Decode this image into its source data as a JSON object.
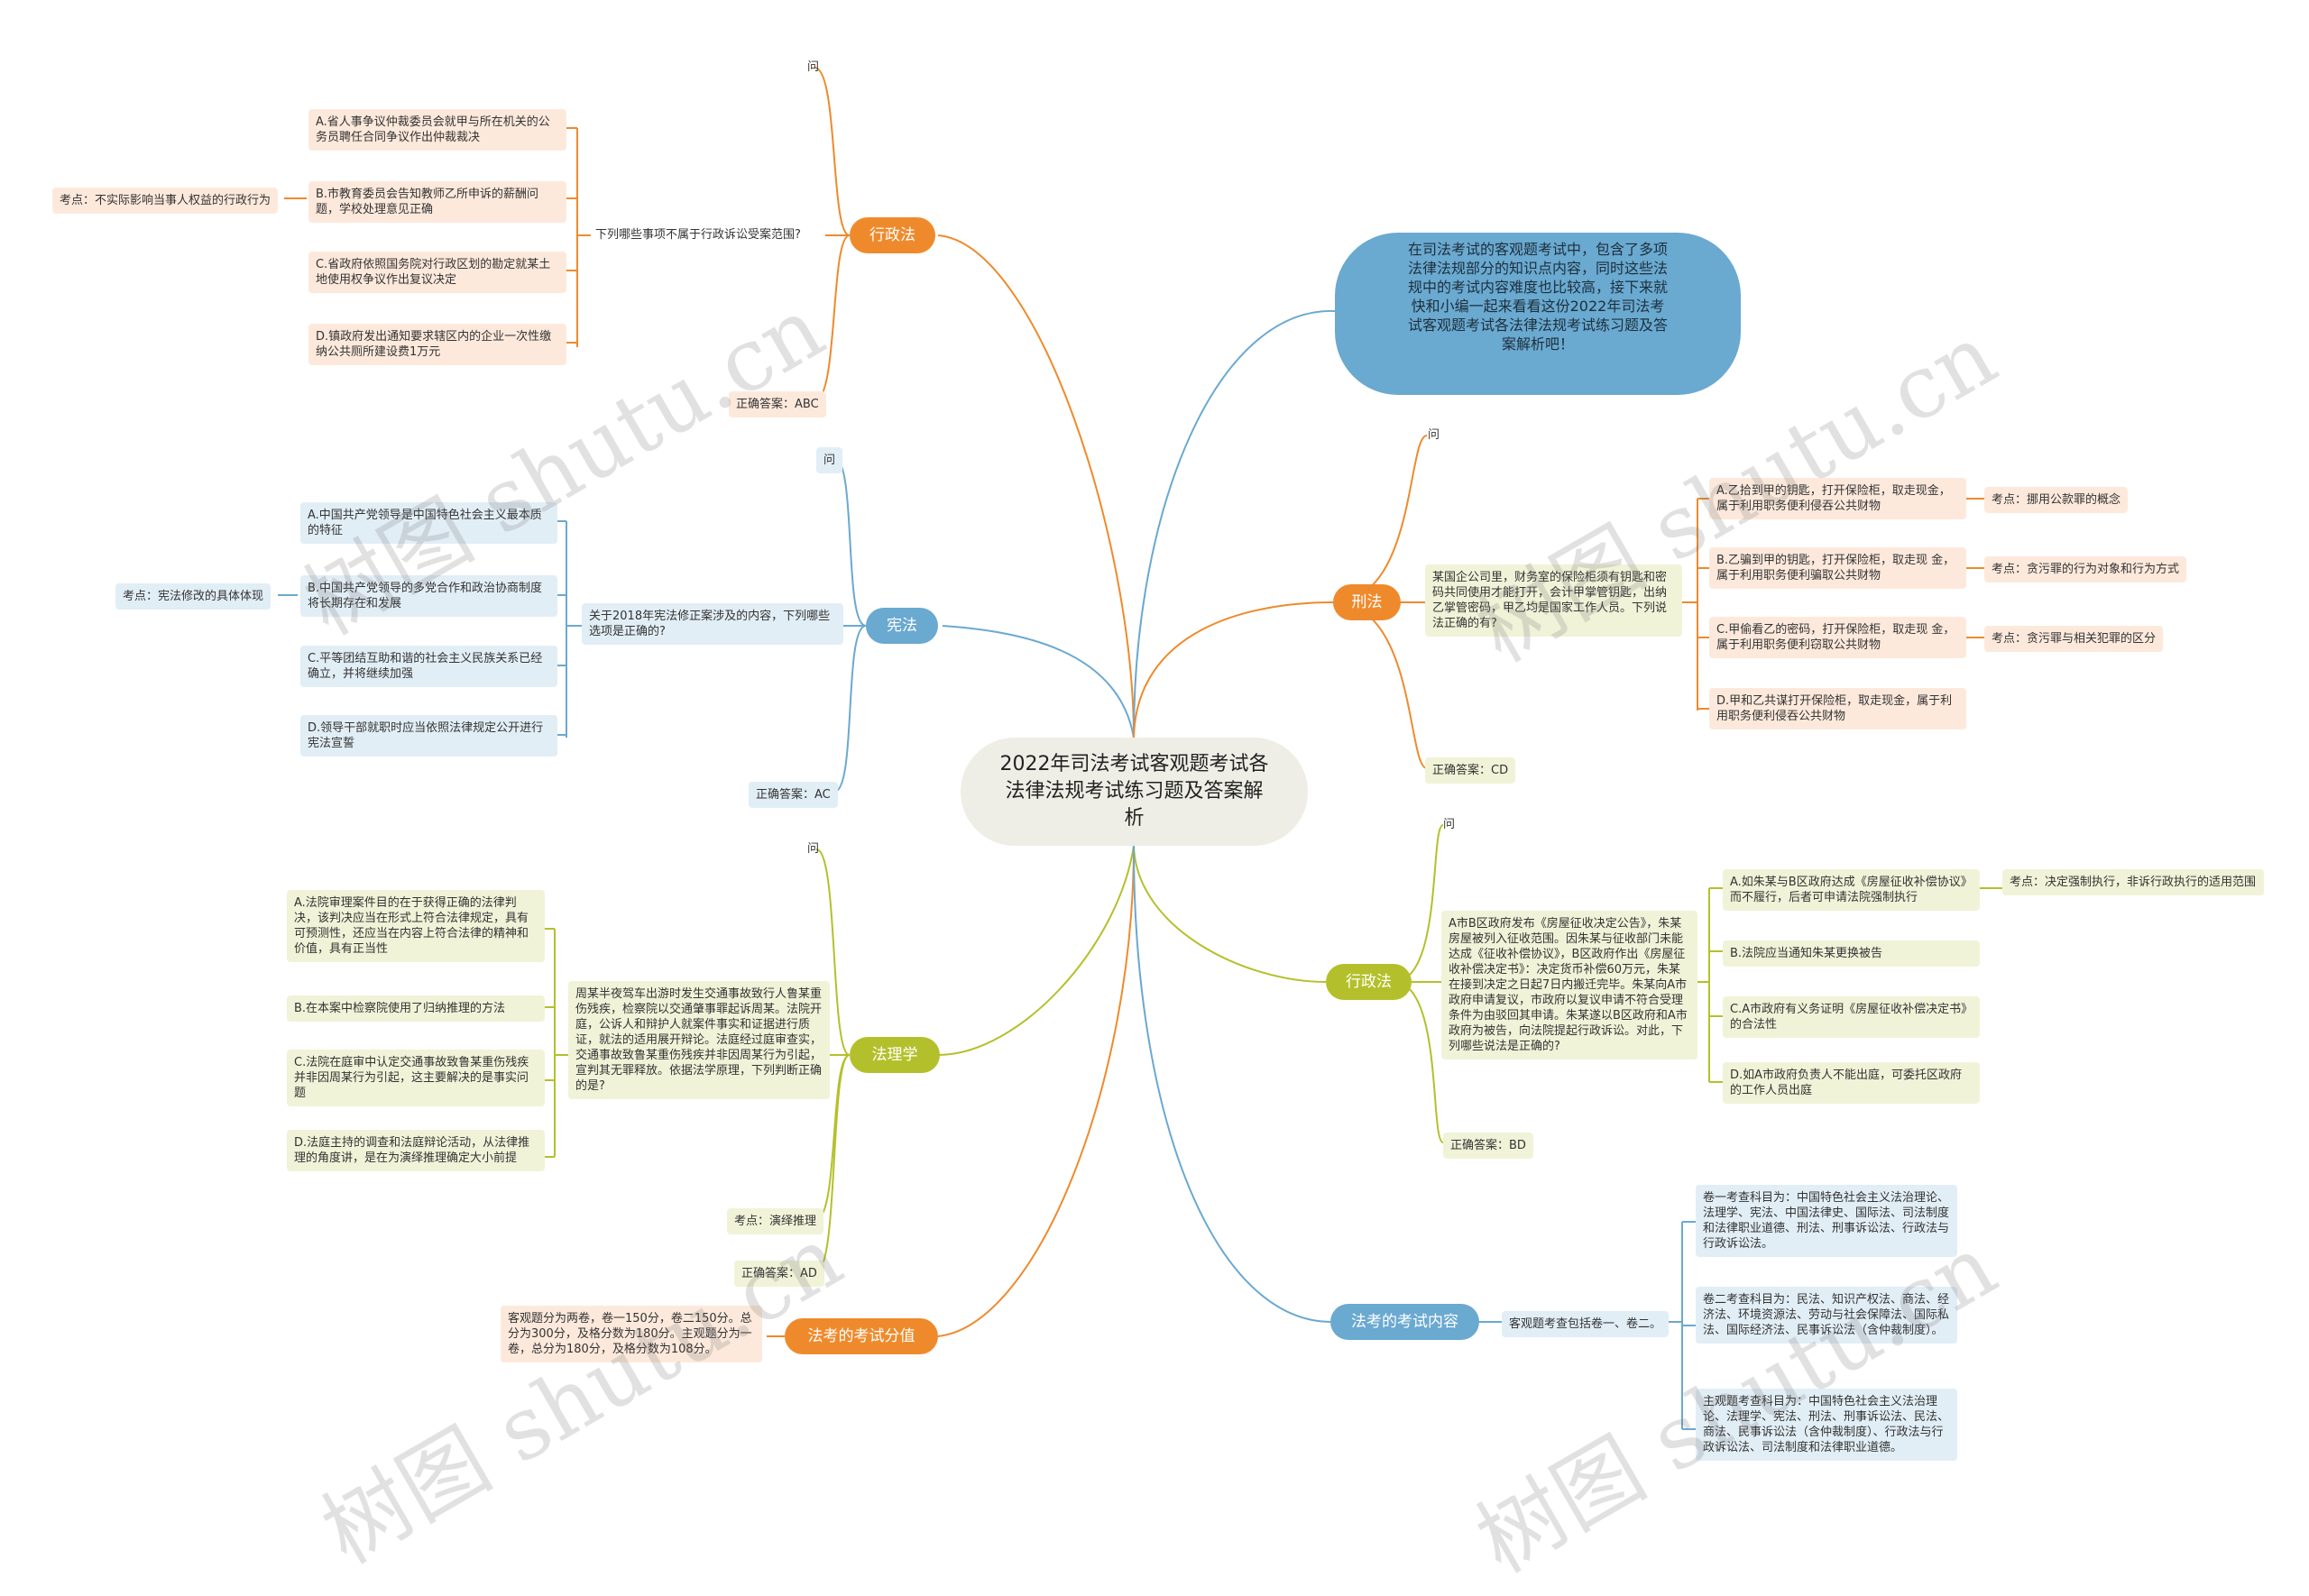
{
  "title": "2022年司法考试客观题考试各法律法规考试练习题及答案解析",
  "intro": "在司法考试的客观题考试中，包含了多项法律法规部分的知识点内容，同时这些法规中的考试内容难度也比较高，接下来就快和小编一起来看看这份2022年司法考试客观题考试各法律法规考试练习题及答案解析吧！",
  "watermark": "树图 shutu.cn",
  "branches": {
    "xingzheng1": {
      "topic": "行政法",
      "wen": "问",
      "question": "下列哪些事项不属于行政诉讼受案范围?",
      "options": [
        "A.省人事争议仲裁委员会就甲与所在机关的公务员聘任合同争议作出仲裁裁决",
        "B.市教育委员会告知教师乙所申诉的薪酬问题，学校处理意见正确",
        "C.省政府依照国务院对行政区划的勘定就某土地使用权争议作出复议决定",
        "D.镇政府发出通知要求辖区内的企业一次性缴纳公共厕所建设费1万元"
      ],
      "kaodian": "考点：不实际影响当事人权益的行政行为",
      "answer": "正确答案：ABC"
    },
    "xianfa": {
      "topic": "宪法",
      "wen": "问",
      "question": "关于2018年宪法修正案涉及的内容，下列哪些选项是正确的?",
      "options": [
        "A.中国共产党领导是中国特色社会主义最本质的特征",
        "B.中国共产党领导的多党合作和政治协商制度将长期存在和发展",
        "C.平等团结互助和谐的社会主义民族关系已经确立，并将继续加强",
        "D.领导干部就职时应当依照法律规定公开进行宪法宣誓"
      ],
      "kaodian": "考点：宪法修改的具体体现",
      "answer": "正确答案：AC"
    },
    "falixue": {
      "topic": "法理学",
      "wen": "问",
      "question": "周某半夜驾车出游时发生交通事故致行人鲁某重伤残疾，检察院以交通肇事罪起诉周某。法院开庭，公诉人和辩护人就案件事实和证据进行质证，就法的适用展开辩论。法庭经过庭审查实，交通事故致鲁某重伤残疾并非因周某行为引起，宣判其无罪释放。依据法学原理，下列判断正确的是?",
      "options": [
        "A.法院审理案件目的在于获得正确的法律判决，该判决应当在形式上符合法律规定，具有可预测性，还应当在内容上符合法律的精神和价值，具有正当性",
        "B.在本案中检察院使用了归纳推理的方法",
        "C.法院在庭审中认定交通事故致鲁某重伤残疾并非因周某行为引起，这主要解决的是事实问题",
        "D.法庭主持的调查和法庭辩论活动，从法律推理的角度讲，是在为演绎推理确定大小前提"
      ],
      "kaodian": "考点：演绎推理",
      "answer": "正确答案：AD"
    },
    "fenzhi": {
      "topic": "法考的考试分值",
      "content": "客观题分为两卷，卷一150分，卷二150分。总分为300分，及格分数为180分。主观题分为一卷，总分为180分，及格分数为108分。"
    },
    "xingfa": {
      "topic": "刑法",
      "wen": "问",
      "question": "某国企公司里，财务室的保险柜须有钥匙和密码共同使用才能打开，会计甲掌管钥匙，出纳乙掌管密码，甲乙均是国家工作人员。下列说法正确的有?",
      "options": [
        "A.乙拾到甲的钥匙，打开保险柜，取走现金，属于利用职务便利侵吞公共财物",
        "B.乙骗到甲的钥匙，打开保险柜，取走现 金，属于利用职务便利骗取公共财物",
        "C.甲偷看乙的密码，打开保险柜，取走现 金，属于利用职务便利窃取公共财物",
        "D.甲和乙共谋打开保险柜，取走现金，属于利用职务便利侵吞公共财物"
      ],
      "kaodian": [
        "考点：挪用公款罪的概念",
        "考点：贪污罪的行为对象和行为方式",
        "考点：贪污罪与相关犯罪的区分"
      ],
      "answer": "正确答案：CD"
    },
    "xingzheng2": {
      "topic": "行政法",
      "wen": "问",
      "question": "A市B区政府发布《房屋征收决定公告》，朱某房屋被列入征收范围。因朱某与征收部门未能达成《征收补偿协议》，B区政府作出《房屋征收补偿决定书》：决定货币补偿60万元，朱某在接到决定之日起7日内搬迁完毕。朱某向A市政府申请复议，市政府以复议申请不符合受理条件为由驳回其申请。朱某遂以B区政府和A市政府为被告，向法院提起行政诉讼。对此，下列哪些说法是正确的?",
      "options": [
        "A.如朱某与B区政府达成《房屋征收补偿协议》而不履行，后者可申请法院强制执行",
        "B.法院应当通知朱某更换被告",
        "C.A市政府有义务证明《房屋征收补偿决定书》的合法性",
        "D.如A市政府负责人不能出庭，可委托区政府的工作人员出庭"
      ],
      "kaodian": "考点：决定强制执行，非诉行政执行的适用范围",
      "answer": "正确答案：BD"
    },
    "neirong": {
      "topic": "法考的考试内容",
      "summary": "客观题考查包括卷一、卷二。",
      "items": [
        "卷一考查科目为：中国特色社会主义法治理论、法理学、宪法、中国法律史、国际法、司法制度和法律职业道德、刑法、刑事诉讼法、行政法与行政诉讼法。",
        "卷二考查科目为：民法、知识产权法、商法、经济法、环境资源法、劳动与社会保障法、国际私法、国际经济法、民事诉讼法（含仲裁制度）。",
        "主观题考查科目为：中国特色社会主义法治理论、法理学、宪法、刑法、刑事诉讼法、民法、商法、民事诉讼法（含仲裁制度）、行政法与行政诉讼法、司法制度和法律职业道德。"
      ]
    }
  },
  "colors": {
    "orange": "#ef8a2c",
    "blue": "#6aa9d0",
    "olive": "#b4c02b",
    "center_bg": "#eeeee6"
  }
}
